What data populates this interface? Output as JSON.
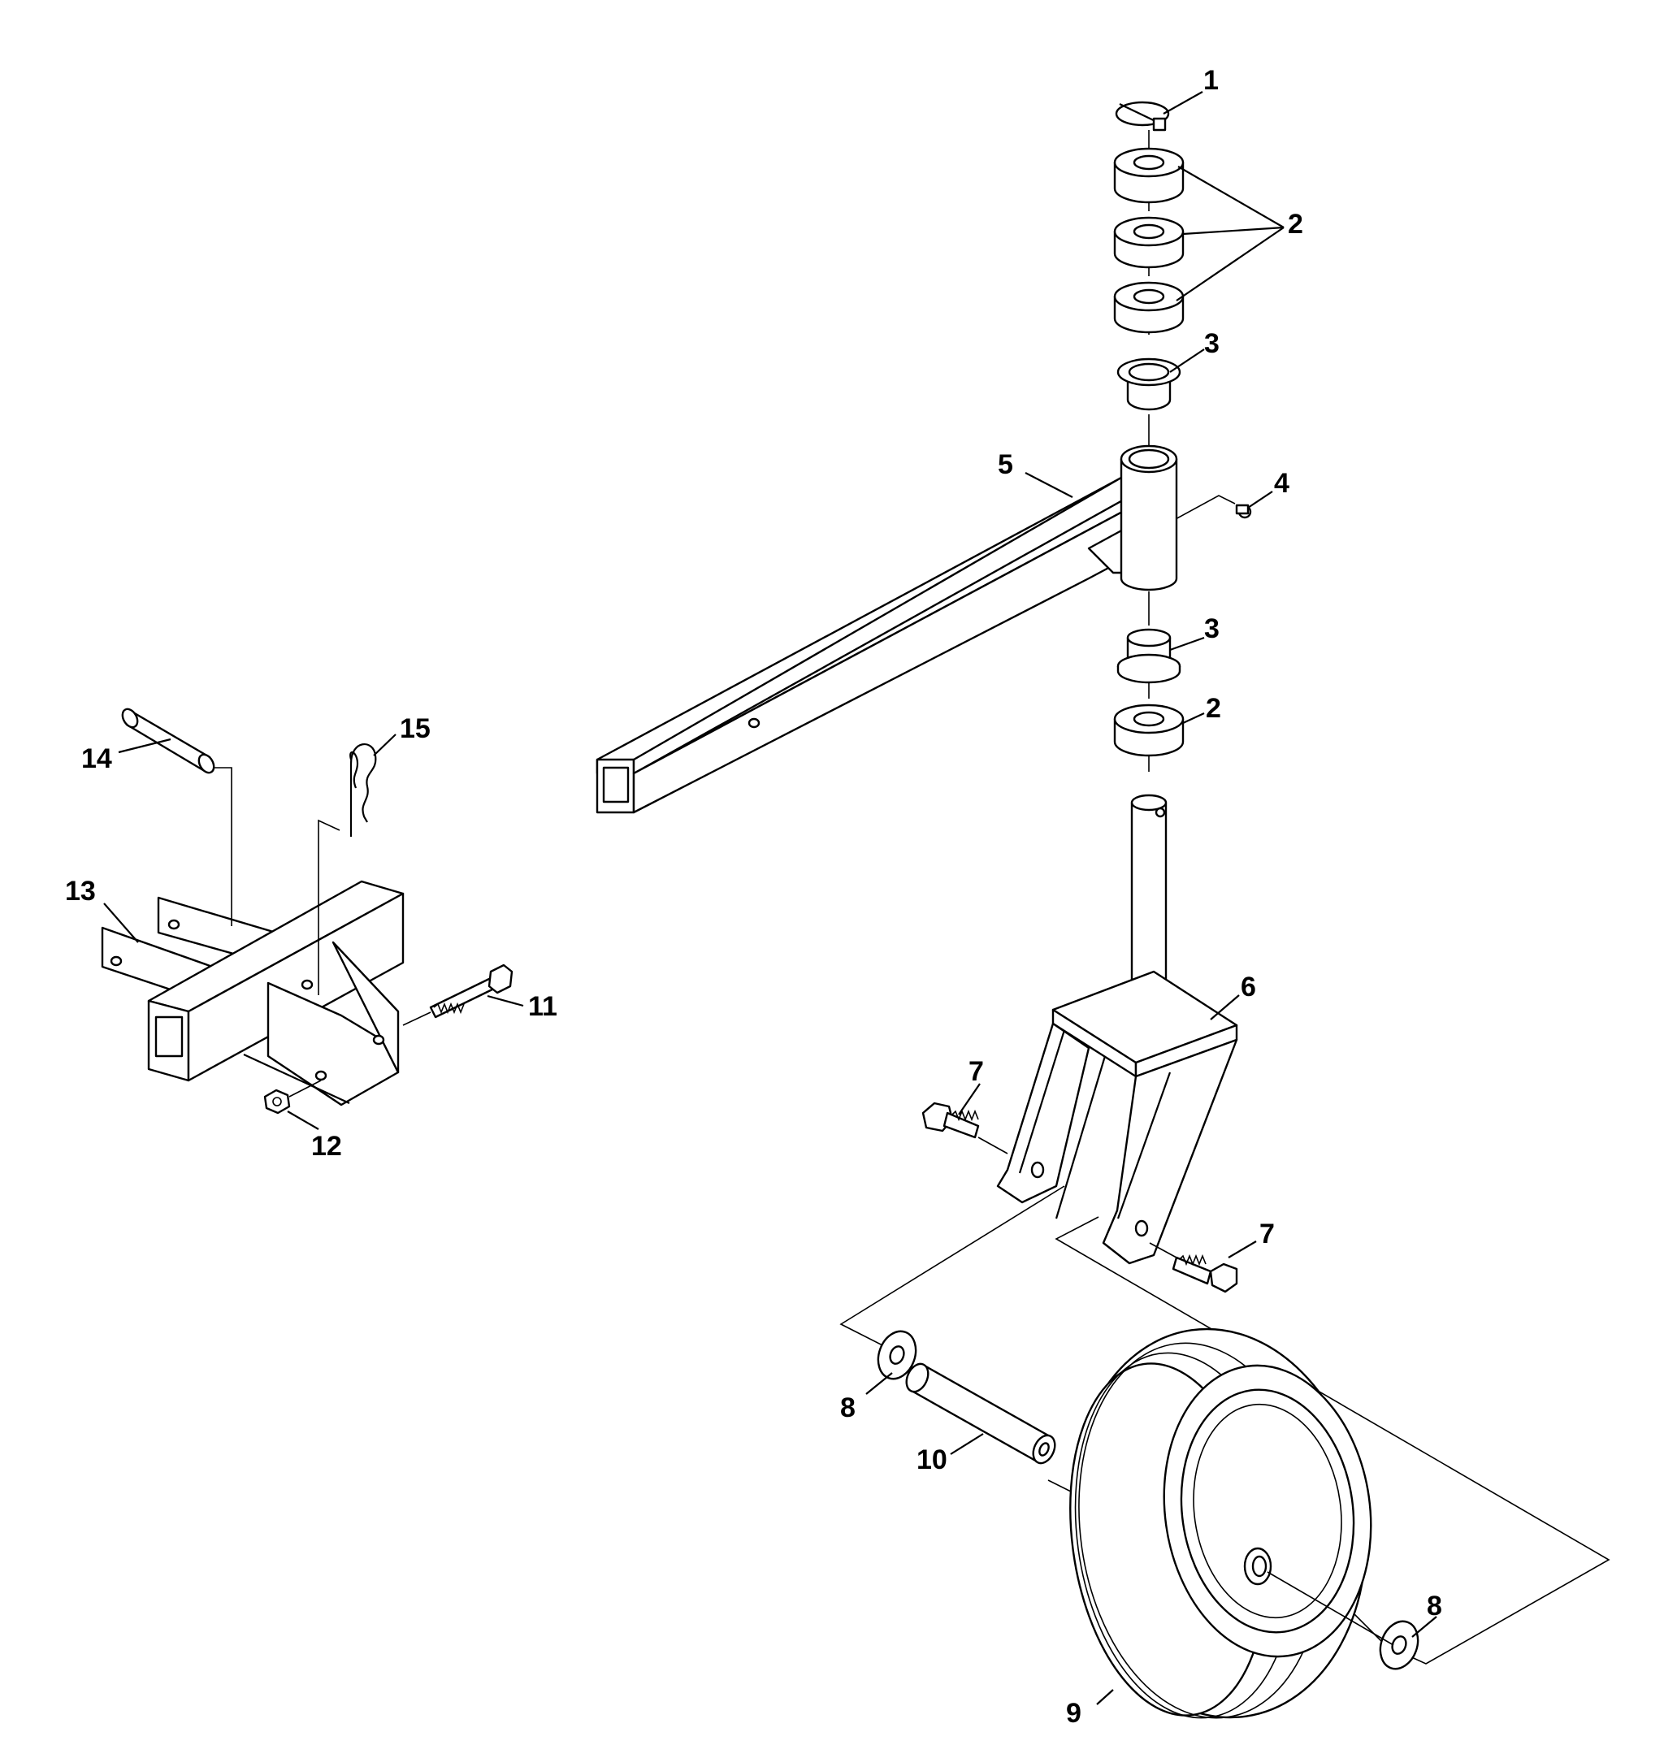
{
  "callouts": [
    {
      "id": "c1",
      "text": "1"
    },
    {
      "id": "c2a",
      "text": "2"
    },
    {
      "id": "c2b",
      "text": "2"
    },
    {
      "id": "c3a",
      "text": "3"
    },
    {
      "id": "c3b",
      "text": "3"
    },
    {
      "id": "c4",
      "text": "4"
    },
    {
      "id": "c5",
      "text": "5"
    },
    {
      "id": "c6",
      "text": "6"
    },
    {
      "id": "c7a",
      "text": "7"
    },
    {
      "id": "c7b",
      "text": "7"
    },
    {
      "id": "c8a",
      "text": "8"
    },
    {
      "id": "c8b",
      "text": "8"
    },
    {
      "id": "c9",
      "text": "9"
    },
    {
      "id": "c10",
      "text": "10"
    },
    {
      "id": "c11",
      "text": "11"
    },
    {
      "id": "c12",
      "text": "12"
    },
    {
      "id": "c13",
      "text": "13"
    },
    {
      "id": "c14",
      "text": "14"
    },
    {
      "id": "c15",
      "text": "15"
    }
  ]
}
